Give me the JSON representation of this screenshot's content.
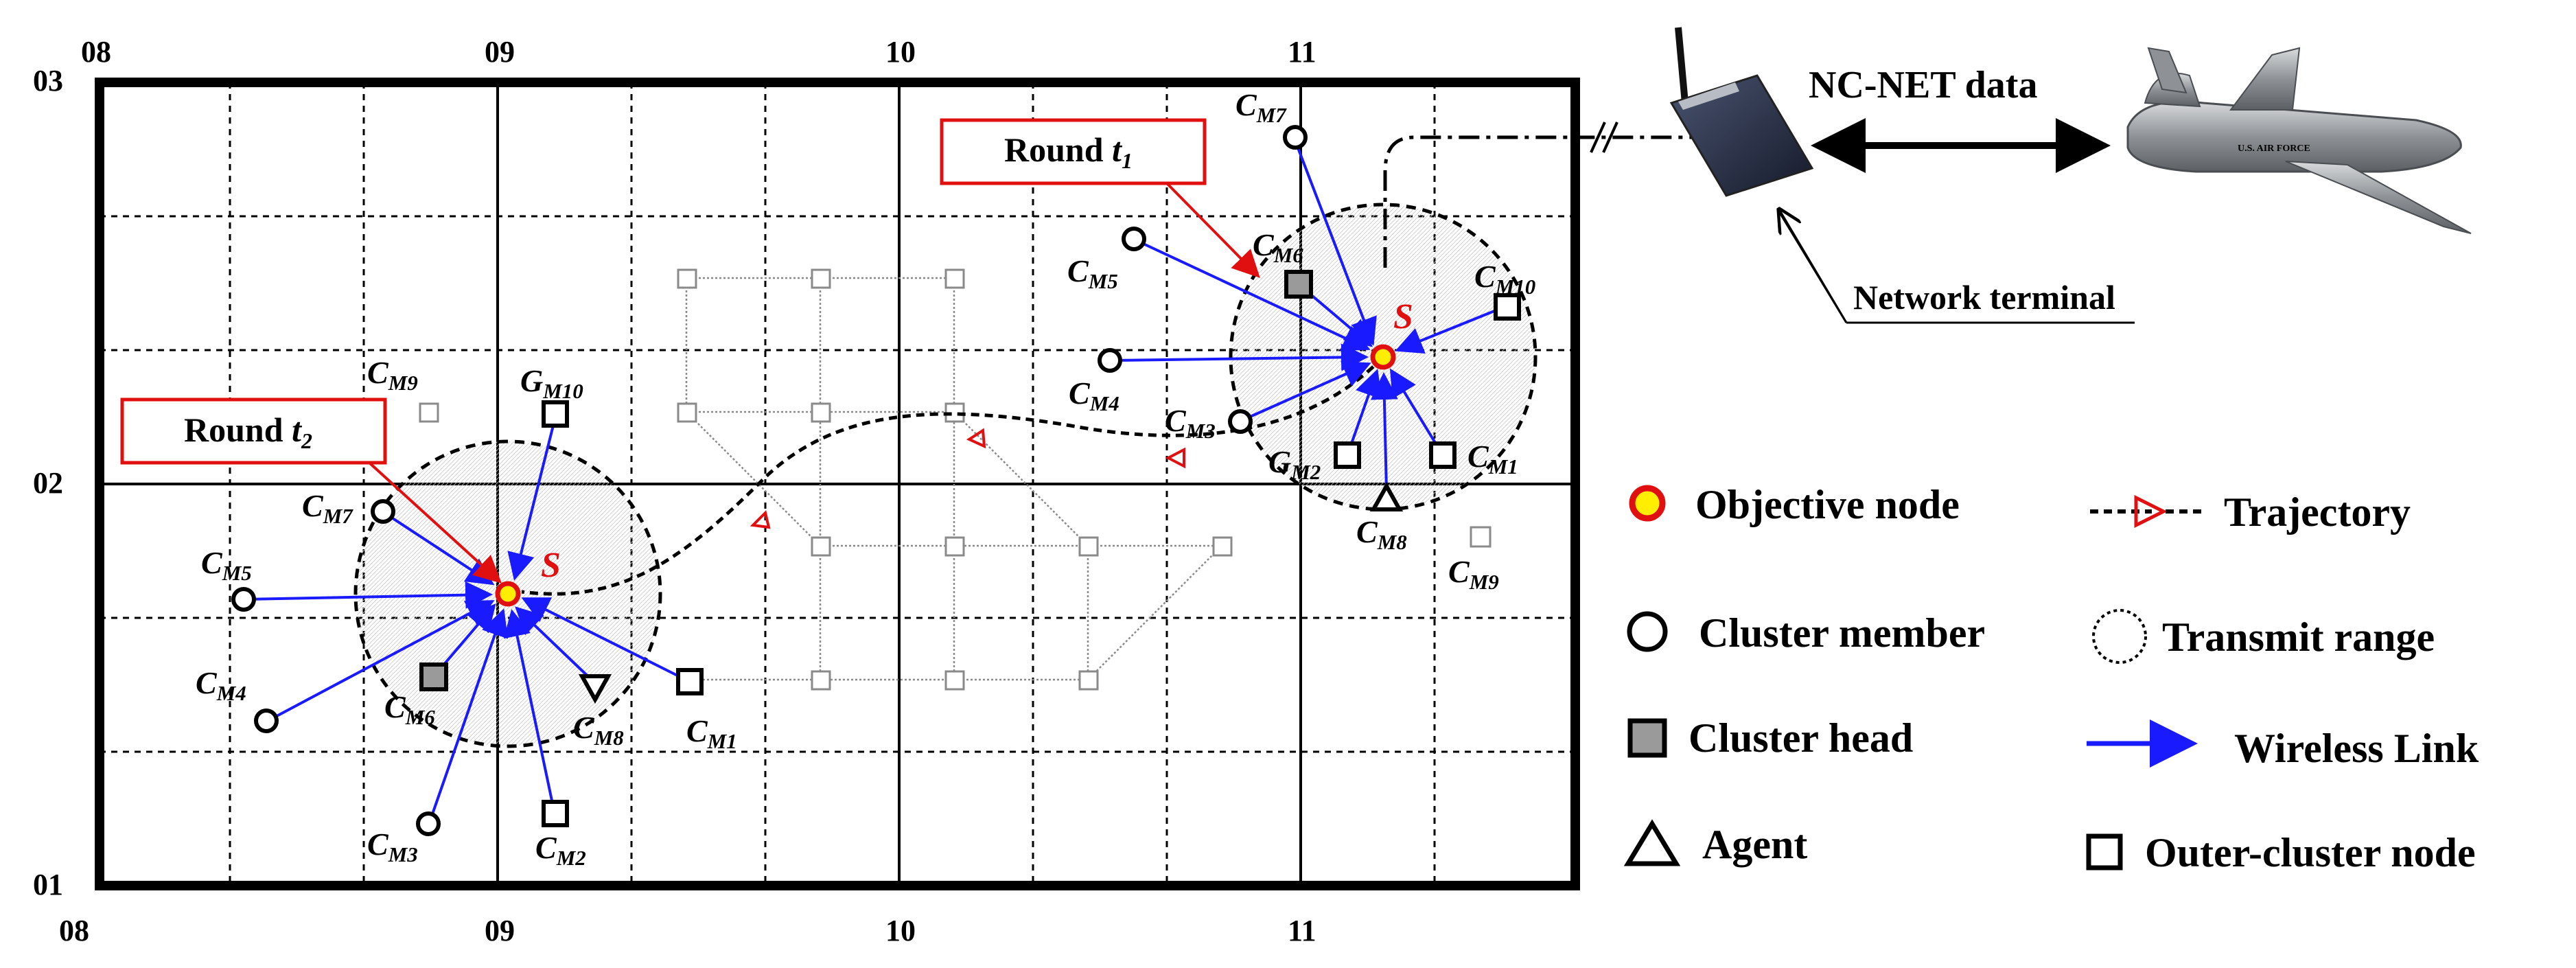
{
  "axes": {
    "x_ticks": [
      "08",
      "09",
      "10",
      "11"
    ],
    "y_ticks": [
      "03",
      "02",
      "01"
    ]
  },
  "colors": {
    "wireless_link": "#1a1aff",
    "trajectory": "#e01010",
    "objective_fill": "#ffee00",
    "objective_ring": "#e01010",
    "cluster_head_fill": "#9a9a9a",
    "round_box": "#e01010"
  },
  "rounds": {
    "t1": {
      "label": "Round ",
      "sub": "1",
      "base": "t"
    },
    "t2": {
      "label": "Round ",
      "sub": "2",
      "base": "t"
    }
  },
  "source_label": "S",
  "cluster_t1": {
    "members": [
      {
        "id": "m7",
        "base": "C",
        "sub": "M7",
        "shape": "circle"
      },
      {
        "id": "m5",
        "base": "C",
        "sub": "M5",
        "shape": "circle"
      },
      {
        "id": "m6",
        "base": "C",
        "sub": "M6",
        "shape": "square-gray"
      },
      {
        "id": "m10",
        "base": "C",
        "sub": "M10",
        "shape": "square"
      },
      {
        "id": "m4",
        "base": "C",
        "sub": "M4",
        "shape": "circle"
      },
      {
        "id": "m3",
        "base": "C",
        "sub": "M3",
        "shape": "circle"
      },
      {
        "id": "m2",
        "base": "G",
        "sub": "M2",
        "shape": "square"
      },
      {
        "id": "m1",
        "base": "C",
        "sub": "M1",
        "shape": "square"
      },
      {
        "id": "m8",
        "base": "C",
        "sub": "M8",
        "shape": "triangle-up"
      },
      {
        "id": "m9",
        "base": "C",
        "sub": "M9",
        "shape": "outer-square"
      }
    ]
  },
  "cluster_t2": {
    "members": [
      {
        "id": "m9",
        "base": "C",
        "sub": "M9",
        "shape": "outer-square"
      },
      {
        "id": "m10",
        "base": "G",
        "sub": "M10",
        "shape": "square"
      },
      {
        "id": "m7",
        "base": "C",
        "sub": "M7",
        "shape": "circle"
      },
      {
        "id": "m5",
        "base": "C",
        "sub": "M5",
        "shape": "circle"
      },
      {
        "id": "m4",
        "base": "C",
        "sub": "M4",
        "shape": "circle"
      },
      {
        "id": "m6",
        "base": "C",
        "sub": "M6",
        "shape": "square-gray"
      },
      {
        "id": "m8",
        "base": "C",
        "sub": "M8",
        "shape": "triangle-down"
      },
      {
        "id": "m1",
        "base": "C",
        "sub": "M1",
        "shape": "square"
      },
      {
        "id": "m3",
        "base": "C",
        "sub": "M3",
        "shape": "circle"
      },
      {
        "id": "m2",
        "base": "C",
        "sub": "M2",
        "shape": "square"
      }
    ]
  },
  "network": {
    "terminal_label": "Network terminal",
    "ncnet_label": "NC-NET data",
    "uav_text": "U.S. AIR FORCE"
  },
  "legend": [
    {
      "id": "objective",
      "label": "Objective node",
      "icon": "objective-node-icon"
    },
    {
      "id": "trajectory",
      "label": "Trajectory",
      "icon": "trajectory-icon"
    },
    {
      "id": "member",
      "label": "Cluster member",
      "icon": "circle-icon"
    },
    {
      "id": "range",
      "label": "Transmit range",
      "icon": "dotted-circle-icon"
    },
    {
      "id": "head",
      "label": "Cluster head",
      "icon": "gray-square-icon"
    },
    {
      "id": "link",
      "label": "Wireless Link",
      "icon": "arrow-icon"
    },
    {
      "id": "agent",
      "label": "Agent",
      "icon": "triangle-icon"
    },
    {
      "id": "outer",
      "label": "Outer-cluster node",
      "icon": "square-icon"
    }
  ]
}
